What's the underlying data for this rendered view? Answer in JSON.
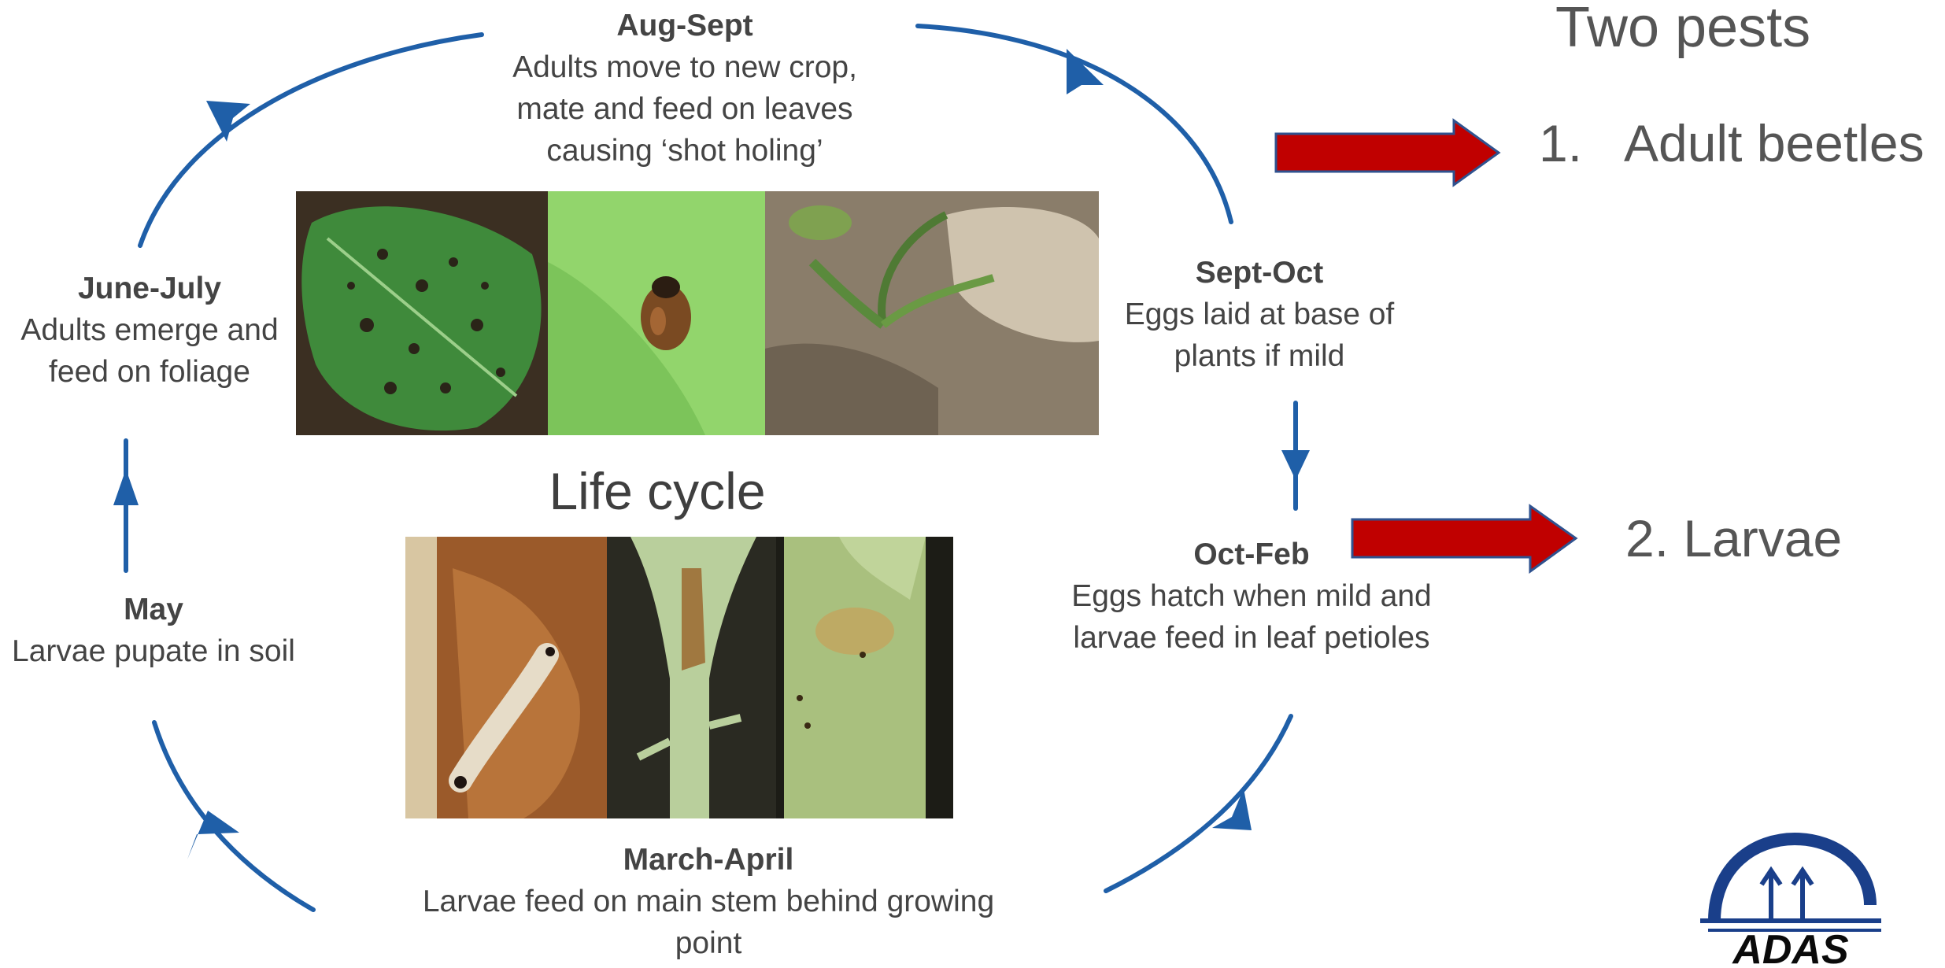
{
  "stages": {
    "aug_sept": {
      "title": "Aug-Sept",
      "desc": "Adults move to new crop,\nmate and feed on leaves\ncausing ‘shot holing’"
    },
    "sept_oct": {
      "title": "Sept-Oct",
      "desc": "Eggs laid at base of\nplants if mild"
    },
    "oct_feb": {
      "title": "Oct-Feb",
      "desc": "Eggs hatch when mild and\nlarvae feed in leaf petioles"
    },
    "march_april": {
      "title": "March-April",
      "desc": "Larvae feed on main stem behind growing\npoint"
    },
    "may": {
      "title": "May",
      "desc": "Larvae pupate in soil"
    },
    "june_july": {
      "title": "June-July",
      "desc": "Adults emerge and\nfeed on foliage"
    }
  },
  "center_title": "Life cycle",
  "side_title": "Two pests",
  "pests": [
    {
      "number": "1.",
      "label": "Adult beetles"
    },
    {
      "number": "2.",
      "label": "Larvae"
    }
  ],
  "logo": {
    "text": "ADAS"
  },
  "colors": {
    "cycle_arrow": "#1f5fa8",
    "pest_arrow_fill": "#c00000",
    "pest_arrow_stroke": "#2f528f",
    "text": "#444444"
  },
  "icons": [
    "cycle-arrow",
    "pest-arrow",
    "adas-logo"
  ]
}
